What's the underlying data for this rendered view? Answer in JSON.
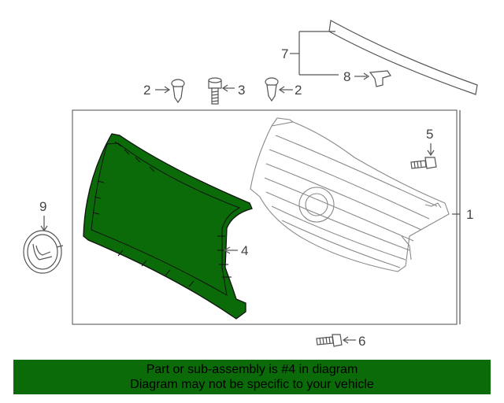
{
  "callouts": {
    "c1": "1",
    "c2a": "2",
    "c2b": "2",
    "c3": "3",
    "c4": "4",
    "c5": "5",
    "c6": "6",
    "c7": "7",
    "c8": "8",
    "c9": "9"
  },
  "banner": {
    "line1": "Part or sub-assembly is #4 in diagram",
    "line2": "Diagram may not be specific to your vehicle"
  },
  "colors": {
    "highlight": "#0b6b08",
    "outline": "#555555"
  }
}
